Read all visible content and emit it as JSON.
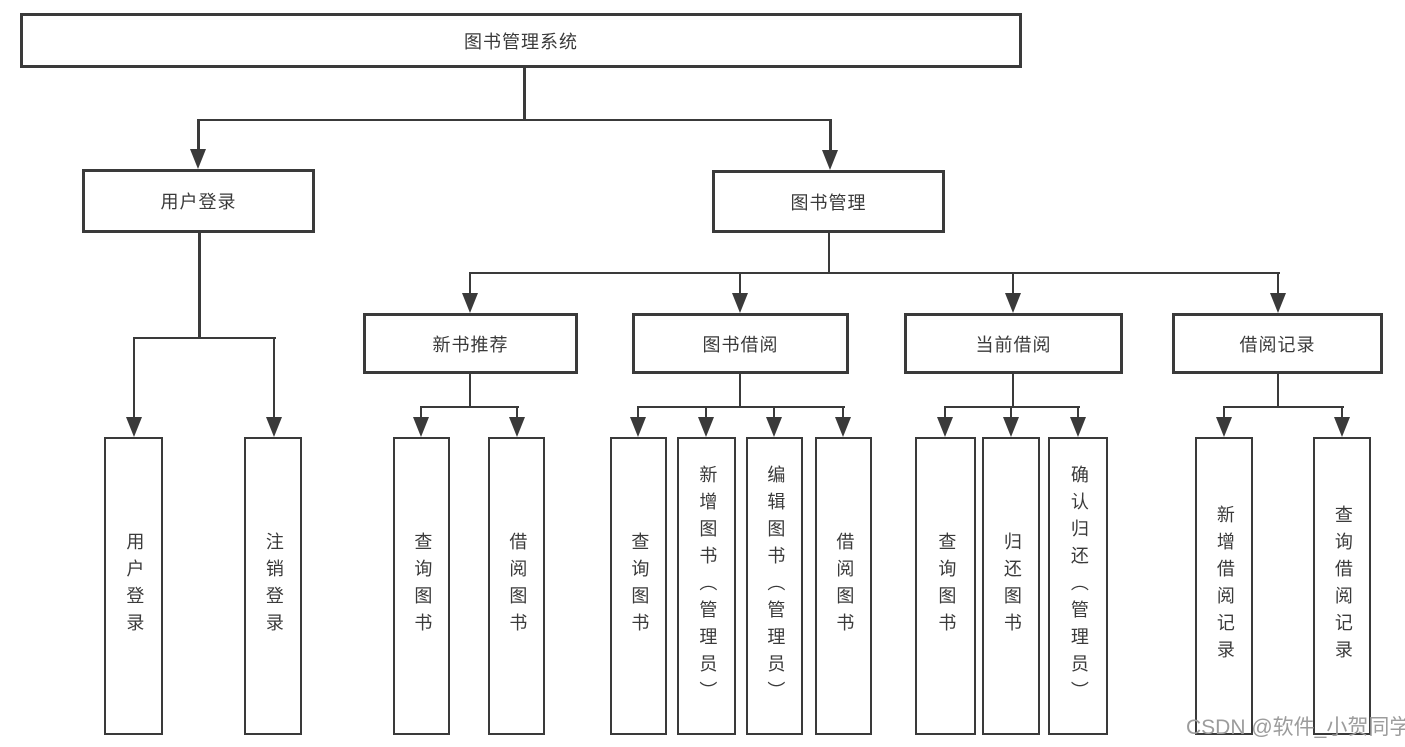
{
  "tree": {
    "label": "图书管理系统",
    "children": [
      {
        "label": "用户登录",
        "children": [
          {
            "label": "用户登录"
          },
          {
            "label": "注销登录"
          }
        ]
      },
      {
        "label": "图书管理",
        "children": [
          {
            "label": "新书推荐",
            "children": [
              {
                "label": "查询图书"
              },
              {
                "label": "借阅图书"
              }
            ]
          },
          {
            "label": "图书借阅",
            "children": [
              {
                "label": "查询图书"
              },
              {
                "label": "新增图书（管理员）"
              },
              {
                "label": "编辑图书（管理员）"
              },
              {
                "label": "借阅图书"
              }
            ]
          },
          {
            "label": "当前借阅",
            "children": [
              {
                "label": "查询图书"
              },
              {
                "label": "归还图书"
              },
              {
                "label": "确认归还（管理员）"
              }
            ]
          },
          {
            "label": "借阅记录",
            "children": [
              {
                "label": "新增借阅记录"
              },
              {
                "label": "查询借阅记录"
              }
            ]
          }
        ]
      }
    ]
  },
  "watermark": {
    "text": "CSDN @软件_小贺同学"
  },
  "colors": {
    "line": "#3a3a3a",
    "text": "#3a3a3a",
    "watermark": "#9c9c9c",
    "background": "#ffffff"
  }
}
